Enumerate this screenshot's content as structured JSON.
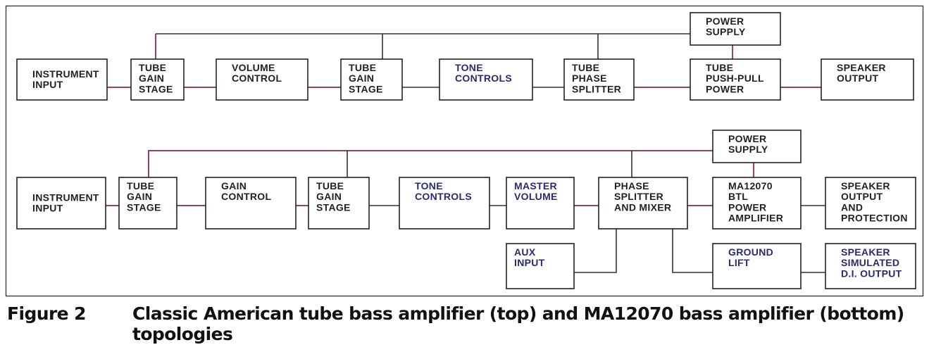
{
  "figure": {
    "number": "Figure 2",
    "caption": "Classic American tube bass amplifier (top) and MA12070 bass amplifier (bottom) topologies"
  },
  "colors": {
    "box_text": "#222222",
    "highlight_text": "#2a2a6e",
    "signal_wire": "#9c3f6e",
    "plain_wire": "#333333"
  },
  "top_topology": {
    "name": "Classic American tube bass amplifier",
    "blocks": [
      {
        "id": "t-instrument-input",
        "lines": [
          "INSTRUMENT",
          "INPUT"
        ],
        "highlight": false
      },
      {
        "id": "t-tube-gain-1",
        "lines": [
          "TUBE",
          "GAIN",
          "STAGE"
        ],
        "highlight": false
      },
      {
        "id": "t-volume-control",
        "lines": [
          "VOLUME",
          "CONTROL"
        ],
        "highlight": false
      },
      {
        "id": "t-tube-gain-2",
        "lines": [
          "TUBE",
          "GAIN",
          "STAGE"
        ],
        "highlight": false
      },
      {
        "id": "t-tone-controls",
        "lines": [
          "TONE",
          "CONTROLS"
        ],
        "highlight": true
      },
      {
        "id": "t-phase-splitter",
        "lines": [
          "TUBE",
          "PHASE",
          "SPLITTER"
        ],
        "highlight": false
      },
      {
        "id": "t-push-pull",
        "lines": [
          "TUBE",
          "PUSH-PULL",
          "POWER"
        ],
        "highlight": false
      },
      {
        "id": "t-speaker-output",
        "lines": [
          "SPEAKER",
          "OUTPUT"
        ],
        "highlight": false
      },
      {
        "id": "t-power-supply",
        "lines": [
          "POWER",
          "SUPPLY"
        ],
        "highlight": false
      }
    ]
  },
  "bottom_topology": {
    "name": "MA12070 bass amplifier",
    "blocks": [
      {
        "id": "b-instrument-input",
        "lines": [
          "INSTRUMENT",
          "INPUT"
        ],
        "highlight": false
      },
      {
        "id": "b-tube-gain-1",
        "lines": [
          "TUBE",
          "GAIN",
          "STAGE"
        ],
        "highlight": false
      },
      {
        "id": "b-gain-control",
        "lines": [
          "GAIN",
          "CONTROL"
        ],
        "highlight": false
      },
      {
        "id": "b-tube-gain-2",
        "lines": [
          "TUBE",
          "GAIN",
          "STAGE"
        ],
        "highlight": false
      },
      {
        "id": "b-tone-controls",
        "lines": [
          "TONE",
          "CONTROLS"
        ],
        "highlight": true
      },
      {
        "id": "b-master-volume",
        "lines": [
          "MASTER",
          "VOLUME"
        ],
        "highlight": true
      },
      {
        "id": "b-phase-splitter-mixer",
        "lines": [
          "PHASE",
          "SPLITTER",
          "AND MIXER"
        ],
        "highlight": false
      },
      {
        "id": "b-ma12070",
        "lines": [
          "MA12070",
          "BTL",
          "POWER",
          "AMPLIFIER"
        ],
        "highlight": false
      },
      {
        "id": "b-speaker-output",
        "lines": [
          "SPEAKER",
          "OUTPUT",
          "AND",
          "PROTECTION"
        ],
        "highlight": false
      },
      {
        "id": "b-power-supply",
        "lines": [
          "POWER",
          "SUPPLY"
        ],
        "highlight": false
      },
      {
        "id": "b-aux-input",
        "lines": [
          "AUX",
          "INPUT"
        ],
        "highlight": true
      },
      {
        "id": "b-ground-lift",
        "lines": [
          "GROUND",
          "LIFT"
        ],
        "highlight": true
      },
      {
        "id": "b-speaker-di",
        "lines": [
          "SPEAKER",
          "SIMULATED",
          "D.I. OUTPUT"
        ],
        "highlight": true
      }
    ]
  }
}
